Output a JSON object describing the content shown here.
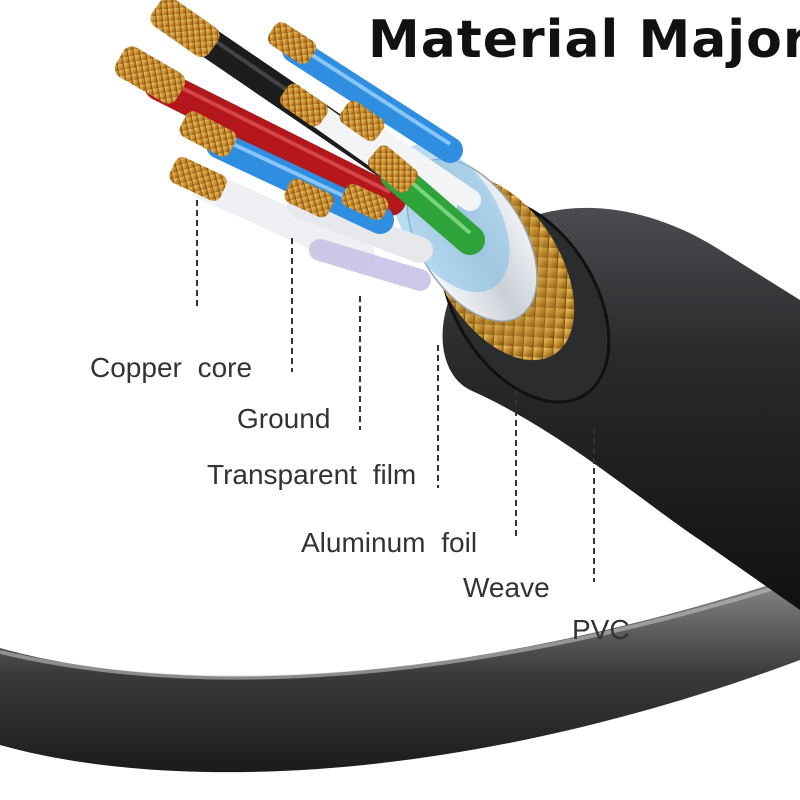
{
  "title": "Material Major",
  "layers": [
    {
      "id": "copper",
      "label": "Copper  core"
    },
    {
      "id": "ground",
      "label": "Ground"
    },
    {
      "id": "film",
      "label": "Transparent  film"
    },
    {
      "id": "foil",
      "label": "Aluminum  foil"
    },
    {
      "id": "weave",
      "label": "Weave"
    },
    {
      "id": "pvc",
      "label": "PVC"
    }
  ],
  "colors": {
    "jacket": "#1e1f21",
    "braid": "#c9973a",
    "foil": "#d9dee3",
    "wire_red": "#b3161b",
    "wire_blue": "#2f8ee0",
    "wire_green": "#2ea33a",
    "wire_black": "#222222",
    "copper": "#d9a441"
  }
}
